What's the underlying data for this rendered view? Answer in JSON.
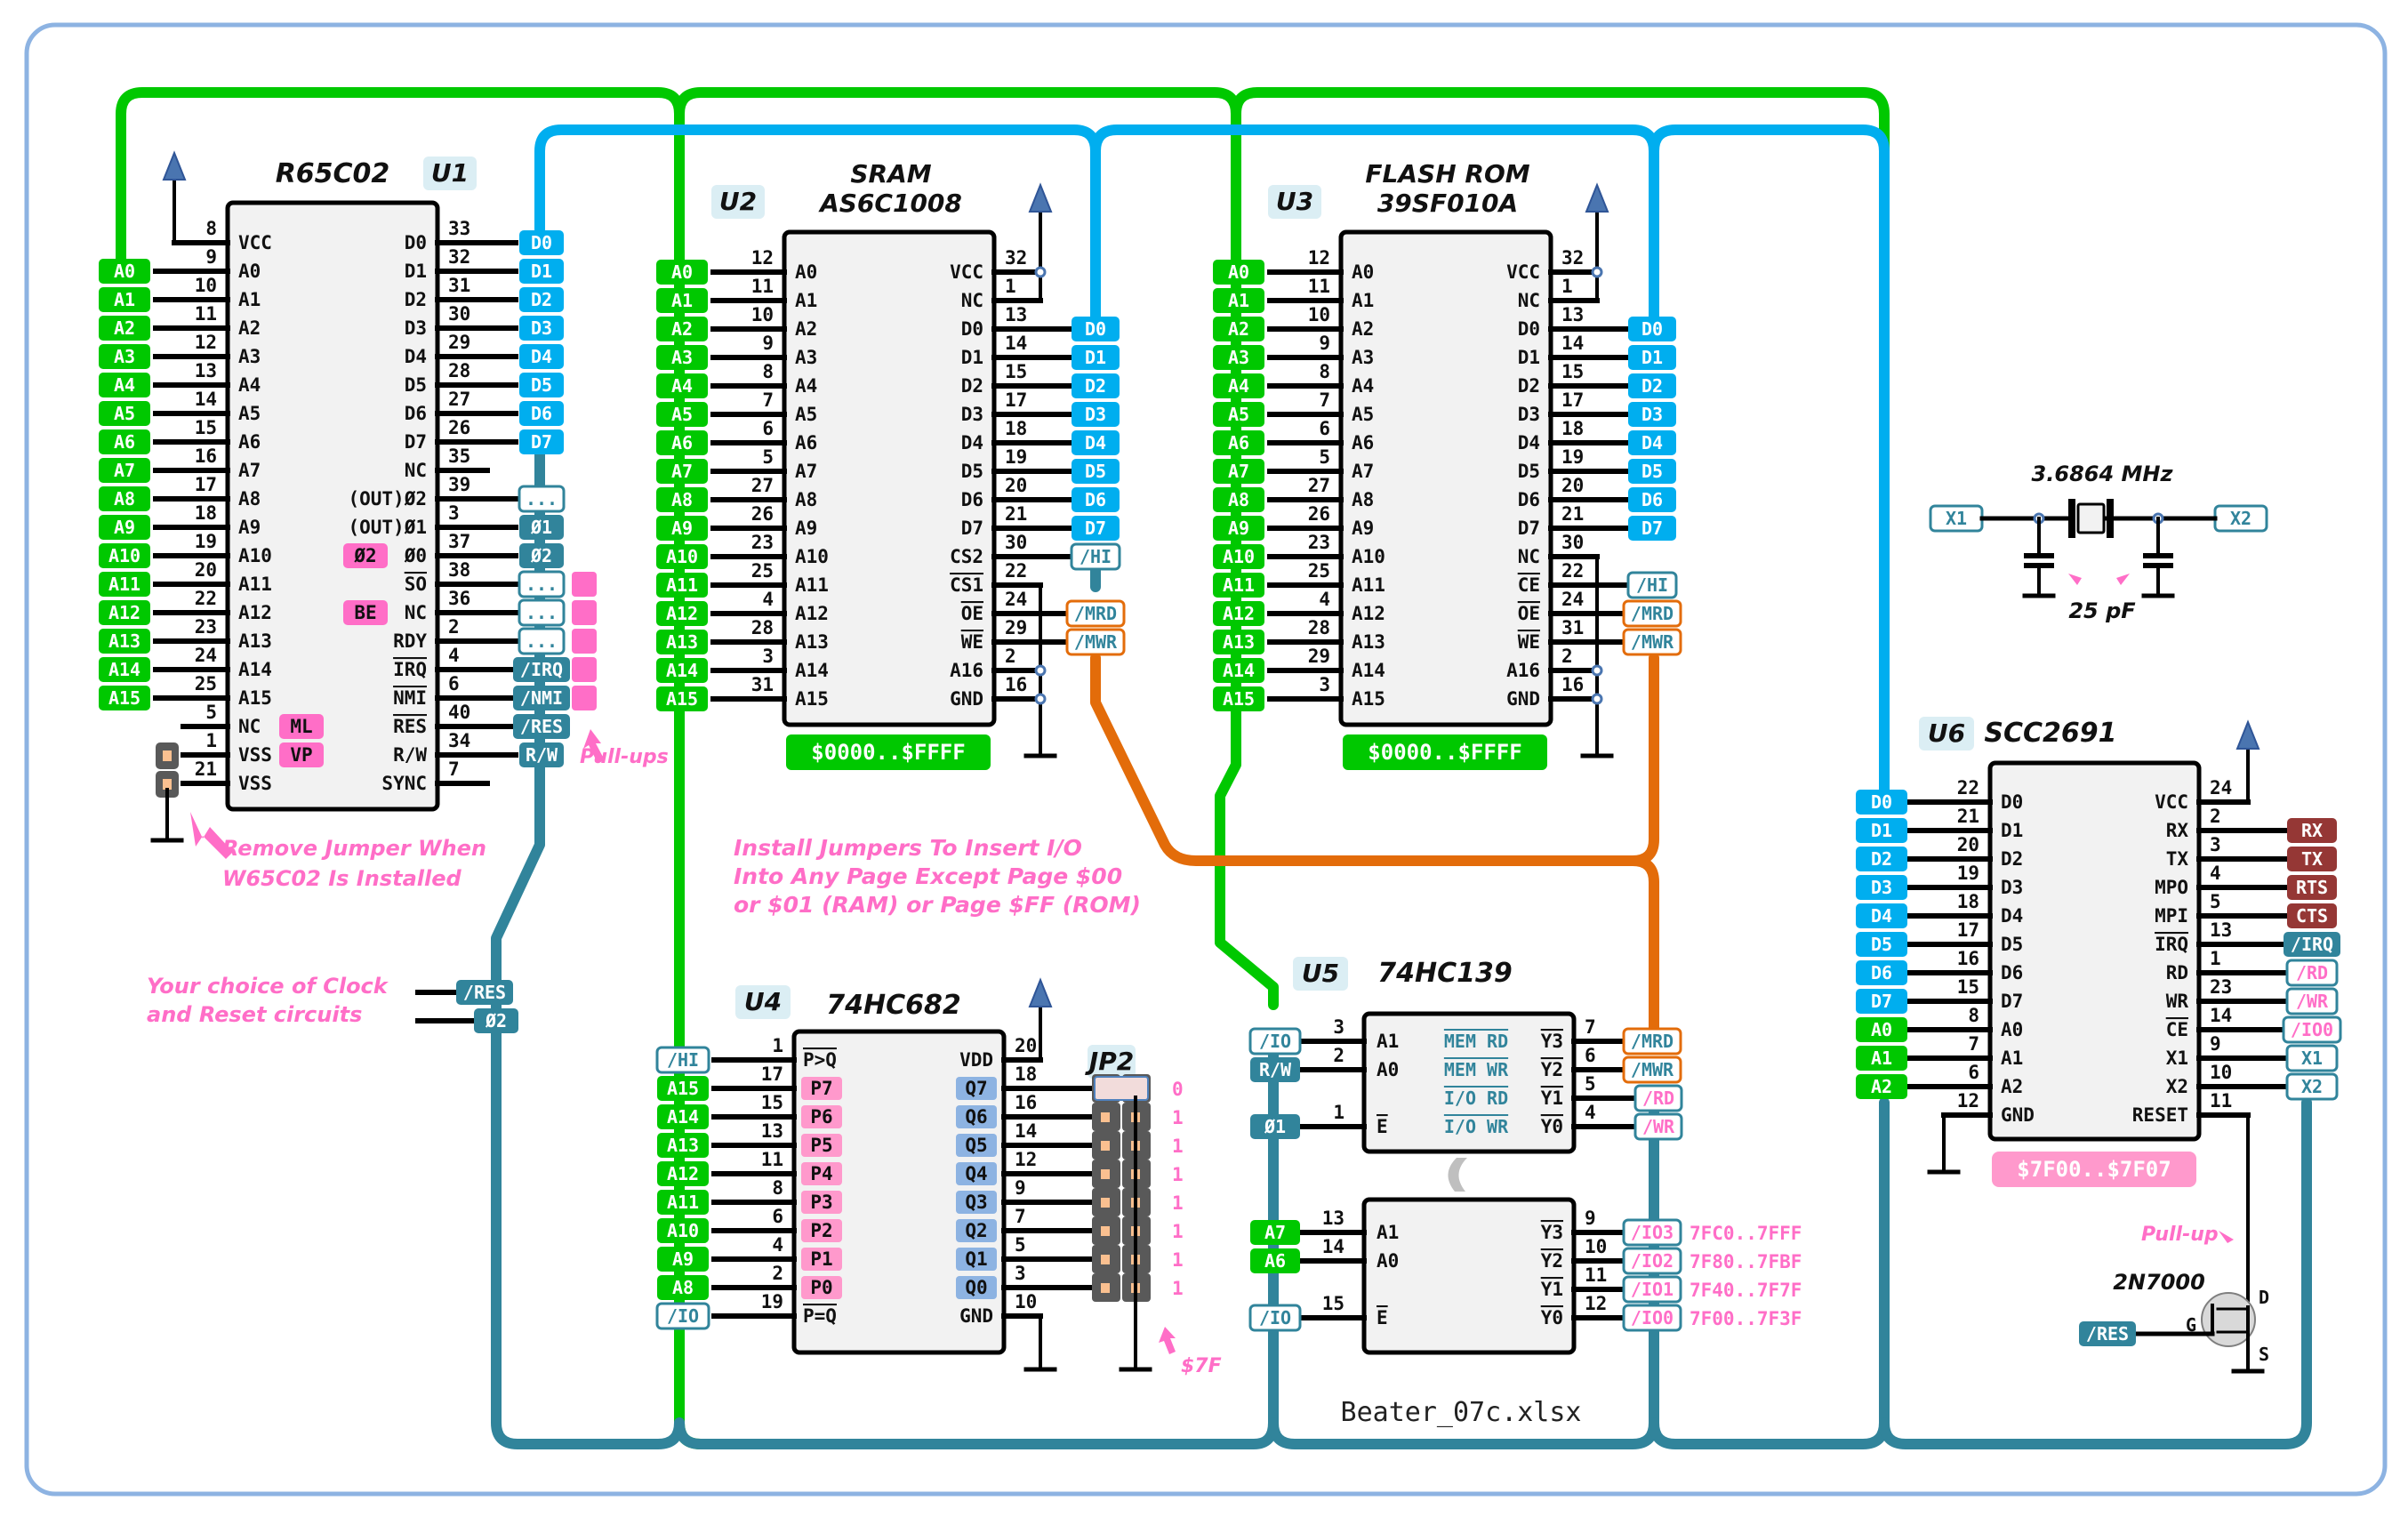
{
  "file_name": "Beater_07c.xlsx",
  "colors": {
    "addr": "#00c800",
    "data": "#00aeef",
    "ctrl": "#31849b",
    "orange": "#e36c0a",
    "serial": "#953735",
    "pink": "#ff6ec7",
    "pinkbg": "#ff99cc",
    "border": "#8db3e2",
    "refbg": "#dbeef4",
    "chip": "#f2f2f2",
    "vcc": "#4a75b0"
  },
  "chips": {
    "u1": {
      "ref": "U1",
      "name": "R65C02",
      "left_pins": [
        {
          "num": "8",
          "name": "VCC"
        },
        {
          "num": "9",
          "name": "A0"
        },
        {
          "num": "10",
          "name": "A1"
        },
        {
          "num": "11",
          "name": "A2"
        },
        {
          "num": "12",
          "name": "A3"
        },
        {
          "num": "13",
          "name": "A4"
        },
        {
          "num": "14",
          "name": "A5"
        },
        {
          "num": "15",
          "name": "A6"
        },
        {
          "num": "16",
          "name": "A7"
        },
        {
          "num": "17",
          "name": "A8"
        },
        {
          "num": "18",
          "name": "A9"
        },
        {
          "num": "19",
          "name": "A10"
        },
        {
          "num": "20",
          "name": "A11"
        },
        {
          "num": "22",
          "name": "A12"
        },
        {
          "num": "23",
          "name": "A13"
        },
        {
          "num": "24",
          "name": "A14"
        },
        {
          "num": "25",
          "name": "A15"
        },
        {
          "num": "5",
          "name": "NC"
        },
        {
          "num": "1",
          "name": "VSS"
        },
        {
          "num": "21",
          "name": "VSS"
        }
      ],
      "right_pins": [
        {
          "num": "33",
          "name": "D0"
        },
        {
          "num": "32",
          "name": "D1"
        },
        {
          "num": "31",
          "name": "D2"
        },
        {
          "num": "30",
          "name": "D3"
        },
        {
          "num": "29",
          "name": "D4"
        },
        {
          "num": "28",
          "name": "D5"
        },
        {
          "num": "27",
          "name": "D6"
        },
        {
          "num": "26",
          "name": "D7"
        },
        {
          "num": "35",
          "name": "NC"
        },
        {
          "num": "39",
          "name": "(OUT)Ø2"
        },
        {
          "num": "3",
          "name": "(OUT)Ø1"
        },
        {
          "num": "37",
          "name": "Ø0"
        },
        {
          "num": "38",
          "name": "SO",
          "bar": true
        },
        {
          "num": "36",
          "name": "NC"
        },
        {
          "num": "2",
          "name": "RDY"
        },
        {
          "num": "4",
          "name": "IRQ",
          "bar": true
        },
        {
          "num": "6",
          "name": "NMI",
          "bar": true
        },
        {
          "num": "40",
          "name": "RES",
          "bar": true
        },
        {
          "num": "34",
          "name": "R/W"
        },
        {
          "num": "7",
          "name": "SYNC"
        }
      ],
      "left_nets": [
        "",
        "A0",
        "A1",
        "A2",
        "A3",
        "A4",
        "A5",
        "A6",
        "A7",
        "A8",
        "A9",
        "A10",
        "A11",
        "A12",
        "A13",
        "A14",
        "A15"
      ],
      "right_nets": [
        "D0",
        "D1",
        "D2",
        "D3",
        "D4",
        "D5",
        "D6",
        "D7",
        "",
        "...",
        "Ø1",
        "Ø2",
        "...",
        "...",
        "...",
        "/IRQ",
        "/NMI",
        "/RES",
        "R/W",
        ""
      ],
      "w65c02_tags": [
        {
          "row": 11,
          "text": "Ø2"
        },
        {
          "row": 13,
          "text": "BE"
        },
        {
          "row": 17,
          "text": "ML"
        },
        {
          "row": 18,
          "text": "VP"
        }
      ]
    },
    "u2": {
      "ref": "U2",
      "name_line1": "SRAM",
      "name_line2": "AS6C1008",
      "left_pins": [
        {
          "num": "12",
          "name": "A0"
        },
        {
          "num": "11",
          "name": "A1"
        },
        {
          "num": "10",
          "name": "A2"
        },
        {
          "num": "9",
          "name": "A3"
        },
        {
          "num": "8",
          "name": "A4"
        },
        {
          "num": "7",
          "name": "A5"
        },
        {
          "num": "6",
          "name": "A6"
        },
        {
          "num": "5",
          "name": "A7"
        },
        {
          "num": "27",
          "name": "A8"
        },
        {
          "num": "26",
          "name": "A9"
        },
        {
          "num": "23",
          "name": "A10"
        },
        {
          "num": "25",
          "name": "A11"
        },
        {
          "num": "4",
          "name": "A12"
        },
        {
          "num": "28",
          "name": "A13"
        },
        {
          "num": "3",
          "name": "A14"
        },
        {
          "num": "31",
          "name": "A15"
        }
      ],
      "right_pins": [
        {
          "num": "32",
          "name": "VCC"
        },
        {
          "num": "1",
          "name": "NC"
        },
        {
          "num": "13",
          "name": "D0"
        },
        {
          "num": "14",
          "name": "D1"
        },
        {
          "num": "15",
          "name": "D2"
        },
        {
          "num": "17",
          "name": "D3"
        },
        {
          "num": "18",
          "name": "D4"
        },
        {
          "num": "19",
          "name": "D5"
        },
        {
          "num": "20",
          "name": "D6"
        },
        {
          "num": "21",
          "name": "D7"
        },
        {
          "num": "30",
          "name": "CS2"
        },
        {
          "num": "22",
          "name": "CS1",
          "bar": true
        },
        {
          "num": "24",
          "name": "OE",
          "bar": true
        },
        {
          "num": "29",
          "name": "WE",
          "bar": true
        },
        {
          "num": "2",
          "name": "A16"
        },
        {
          "num": "16",
          "name": "GND"
        }
      ],
      "right_nets": [
        "",
        "",
        "D0",
        "D1",
        "D2",
        "D3",
        "D4",
        "D5",
        "D6",
        "D7",
        "/HI",
        "",
        "/MRD",
        "/MWR",
        "",
        ""
      ],
      "range": "$0000..$FFFF"
    },
    "u3": {
      "ref": "U3",
      "name_line1": "FLASH ROM",
      "name_line2": "39SF010A",
      "left_pins": [
        {
          "num": "12",
          "name": "A0"
        },
        {
          "num": "11",
          "name": "A1"
        },
        {
          "num": "10",
          "name": "A2"
        },
        {
          "num": "9",
          "name": "A3"
        },
        {
          "num": "8",
          "name": "A4"
        },
        {
          "num": "7",
          "name": "A5"
        },
        {
          "num": "6",
          "name": "A6"
        },
        {
          "num": "5",
          "name": "A7"
        },
        {
          "num": "27",
          "name": "A8"
        },
        {
          "num": "26",
          "name": "A9"
        },
        {
          "num": "23",
          "name": "A10"
        },
        {
          "num": "25",
          "name": "A11"
        },
        {
          "num": "4",
          "name": "A12"
        },
        {
          "num": "28",
          "name": "A13"
        },
        {
          "num": "29",
          "name": "A14"
        },
        {
          "num": "3",
          "name": "A15"
        }
      ],
      "right_pins": [
        {
          "num": "32",
          "name": "VCC"
        },
        {
          "num": "1",
          "name": "NC"
        },
        {
          "num": "13",
          "name": "D0"
        },
        {
          "num": "14",
          "name": "D1"
        },
        {
          "num": "15",
          "name": "D2"
        },
        {
          "num": "17",
          "name": "D3"
        },
        {
          "num": "18",
          "name": "D4"
        },
        {
          "num": "19",
          "name": "D5"
        },
        {
          "num": "20",
          "name": "D6"
        },
        {
          "num": "21",
          "name": "D7"
        },
        {
          "num": "30",
          "name": "NC"
        },
        {
          "num": "22",
          "name": "CE",
          "bar": true
        },
        {
          "num": "24",
          "name": "OE",
          "bar": true
        },
        {
          "num": "31",
          "name": "WE",
          "bar": true
        },
        {
          "num": "2",
          "name": "A16"
        },
        {
          "num": "16",
          "name": "GND"
        }
      ],
      "right_nets": [
        "",
        "",
        "D0",
        "D1",
        "D2",
        "D3",
        "D4",
        "D5",
        "D6",
        "D7",
        "",
        "/HI",
        "/MRD",
        "/MWR",
        "",
        ""
      ],
      "range": "$0000..$FFFF"
    },
    "u4": {
      "ref": "U4",
      "name": "74HC682",
      "left_pins": [
        {
          "num": "1",
          "name": "P>Q",
          "bar": true,
          "net": "/HI"
        },
        {
          "num": "17",
          "name": "P7",
          "net": "A15"
        },
        {
          "num": "15",
          "name": "P6",
          "net": "A14"
        },
        {
          "num": "13",
          "name": "P5",
          "net": "A13"
        },
        {
          "num": "11",
          "name": "P4",
          "net": "A12"
        },
        {
          "num": "8",
          "name": "P3",
          "net": "A11"
        },
        {
          "num": "6",
          "name": "P2",
          "net": "A10"
        },
        {
          "num": "4",
          "name": "P1",
          "net": "A9"
        },
        {
          "num": "2",
          "name": "P0",
          "net": "A8"
        },
        {
          "num": "19",
          "name": "P=Q",
          "bar": true,
          "net": "/IO"
        }
      ],
      "right_pins": [
        {
          "num": "20",
          "name": "VDD"
        },
        {
          "num": "18",
          "name": "Q7"
        },
        {
          "num": "16",
          "name": "Q6"
        },
        {
          "num": "14",
          "name": "Q5"
        },
        {
          "num": "12",
          "name": "Q4"
        },
        {
          "num": "9",
          "name": "Q3"
        },
        {
          "num": "7",
          "name": "Q2"
        },
        {
          "num": "5",
          "name": "Q1"
        },
        {
          "num": "3",
          "name": "Q0"
        },
        {
          "num": "10",
          "name": "GND"
        }
      ]
    },
    "jp2": {
      "ref": "JP2",
      "bits": [
        "0",
        "1",
        "1",
        "1",
        "1",
        "1",
        "1",
        "1"
      ],
      "value_label": "$7F"
    },
    "u5": {
      "ref": "U5",
      "name": "74HC139",
      "top": {
        "left_pins": [
          {
            "num": "3",
            "name": "A1",
            "net": "/IO"
          },
          {
            "num": "2",
            "name": "A0",
            "net": "R/W"
          },
          {
            "num": "",
            "name": "",
            "net": ""
          },
          {
            "num": "1",
            "name": "E",
            "bar": true,
            "net": "Ø1"
          }
        ],
        "funcs": [
          "MEM RD",
          "MEM WR",
          "I/O RD",
          "I/O WR"
        ],
        "right_pins": [
          {
            "num": "7",
            "name": "Y3",
            "net": "/MRD"
          },
          {
            "num": "6",
            "name": "Y2",
            "net": "/MWR"
          },
          {
            "num": "5",
            "name": "Y1",
            "net": "/RD"
          },
          {
            "num": "4",
            "name": "Y0",
            "net": "/WR"
          }
        ]
      },
      "bottom": {
        "left_pins": [
          {
            "num": "13",
            "name": "A1",
            "net": "A7"
          },
          {
            "num": "14",
            "name": "A0",
            "net": "A6"
          },
          {
            "num": "",
            "name": "",
            "net": ""
          },
          {
            "num": "15",
            "name": "E",
            "bar": true,
            "net": "/IO"
          }
        ],
        "right_pins": [
          {
            "num": "9",
            "name": "Y3",
            "net": "/IO3",
            "range": "7FC0..7FFF"
          },
          {
            "num": "10",
            "name": "Y2",
            "net": "/IO2",
            "range": "7F80..7FBF"
          },
          {
            "num": "11",
            "name": "Y1",
            "net": "/IO1",
            "range": "7F40..7F7F"
          },
          {
            "num": "12",
            "name": "Y0",
            "net": "/IO0",
            "range": "7F00..7F3F"
          }
        ]
      }
    },
    "u6": {
      "ref": "U6",
      "name": "SCC2691",
      "left_pins": [
        {
          "num": "22",
          "name": "D0",
          "net": "D0"
        },
        {
          "num": "21",
          "name": "D1",
          "net": "D1"
        },
        {
          "num": "20",
          "name": "D2",
          "net": "D2"
        },
        {
          "num": "19",
          "name": "D3",
          "net": "D3"
        },
        {
          "num": "18",
          "name": "D4",
          "net": "D4"
        },
        {
          "num": "17",
          "name": "D5",
          "net": "D5"
        },
        {
          "num": "16",
          "name": "D6",
          "net": "D6"
        },
        {
          "num": "15",
          "name": "D7",
          "net": "D7"
        },
        {
          "num": "8",
          "name": "A0",
          "net": "A0"
        },
        {
          "num": "7",
          "name": "A1",
          "net": "A1"
        },
        {
          "num": "6",
          "name": "A2",
          "net": "A2"
        },
        {
          "num": "12",
          "name": "GND",
          "net": ""
        }
      ],
      "right_pins": [
        {
          "num": "24",
          "name": "VCC",
          "net": ""
        },
        {
          "num": "2",
          "name": "RX",
          "net": "RX"
        },
        {
          "num": "3",
          "name": "TX",
          "net": "TX"
        },
        {
          "num": "4",
          "name": "MPO",
          "net": "RTS"
        },
        {
          "num": "5",
          "name": "MPI",
          "net": "CTS"
        },
        {
          "num": "13",
          "name": "IRQ",
          "bar": true,
          "net": "/IRQ"
        },
        {
          "num": "1",
          "name": "RD",
          "net": "/RD"
        },
        {
          "num": "23",
          "name": "WR",
          "net": "/WR"
        },
        {
          "num": "14",
          "name": "CE",
          "bar": true,
          "net": "/IO0"
        },
        {
          "num": "9",
          "name": "X1",
          "net": "X1"
        },
        {
          "num": "10",
          "name": "X2",
          "net": "X2"
        },
        {
          "num": "11",
          "name": "RESET",
          "net": ""
        }
      ],
      "range": "$7F00..$7F07"
    }
  },
  "crystal": {
    "freq": "3.6864 MHz",
    "cap": "25 pF",
    "left": "X1",
    "right": "X2"
  },
  "mosfet": {
    "part": "2N7000",
    "gate_net": "/RES",
    "g": "G",
    "d": "D",
    "s": "S",
    "note": "Pull-up"
  },
  "clock_reset": {
    "nets": [
      "/RES",
      "Ø2"
    ],
    "note_line1": "Your choice of Clock",
    "note_line2": "and Reset circuits"
  },
  "notes": {
    "pullups": "Pull-ups",
    "remove_jumper_1": "Remove Jumper When",
    "remove_jumper_2": "W65C02 Is Installed",
    "install_1": "Install Jumpers To Insert I/O",
    "install_2": "Into Any Page Except Page $00",
    "install_3": "or $01 (RAM) or Page $FF (ROM)"
  }
}
